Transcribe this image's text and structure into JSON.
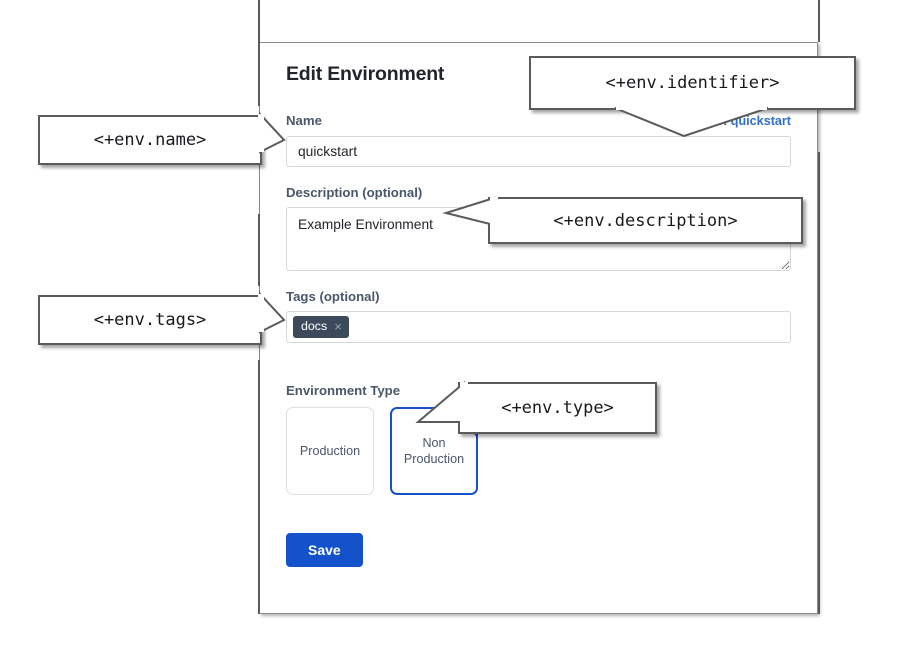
{
  "dialog": {
    "title": "Edit Environment",
    "name": {
      "label": "Name",
      "value": "quickstart",
      "id_prefix": "ID:",
      "id_value": "quickstart"
    },
    "description": {
      "label": "Description (optional)",
      "value": "Example Environment"
    },
    "tags": {
      "label": "Tags (optional)",
      "chips": [
        {
          "label": "docs",
          "remove_icon": "×"
        }
      ]
    },
    "environment_type": {
      "label": "Environment Type",
      "options": [
        {
          "label": "Production",
          "selected": false
        },
        {
          "label": "Non Production",
          "selected": true
        }
      ],
      "selected_check_icon": "✓"
    },
    "save_label": "Save"
  },
  "annotations": [
    {
      "text": "<+env.name>"
    },
    {
      "text": "<+env.identifier>"
    },
    {
      "text": "<+env.description>"
    },
    {
      "text": "<+env.tags>"
    },
    {
      "text": "<+env.type>"
    }
  ],
  "colors": {
    "accent_blue": "#1452cc",
    "link_blue": "#2f6fd0",
    "label_slate": "#49576b",
    "chip_dark": "#3d4a5c",
    "panel_border": "#8a8a8a"
  }
}
